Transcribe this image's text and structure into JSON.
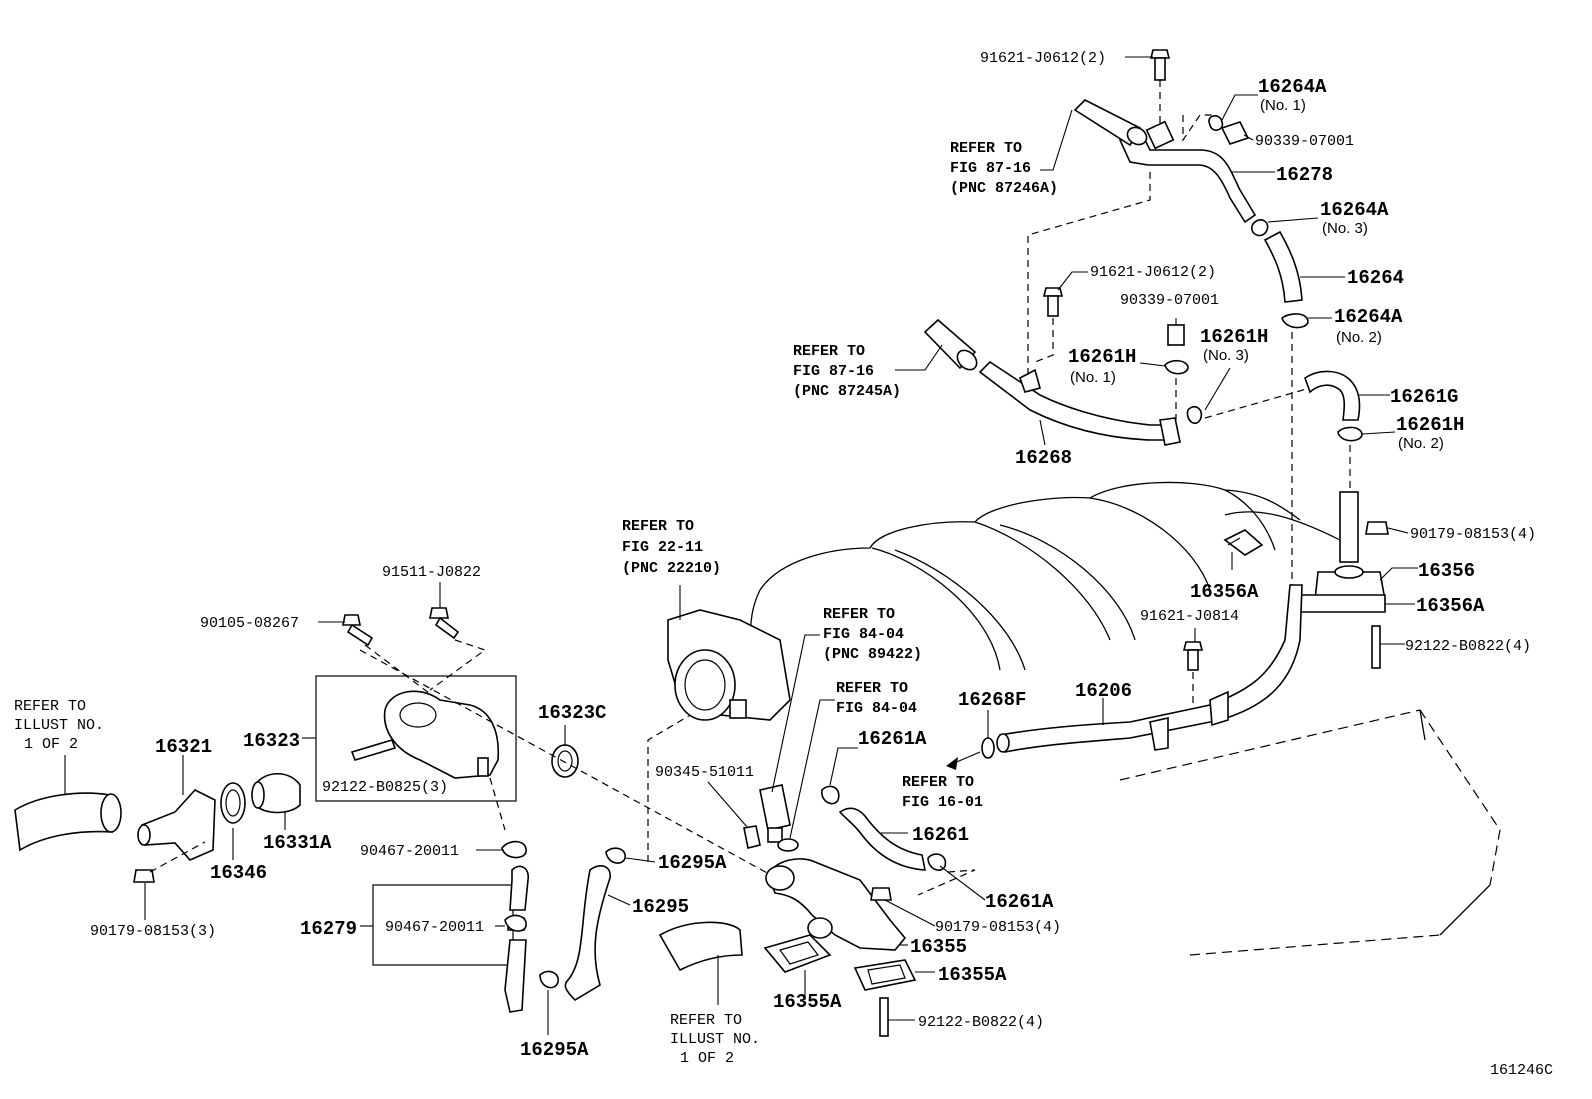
{
  "figure_code": "161246C",
  "labels": {
    "p91621_j0612_top": "91621-J0612(2)",
    "p16264a_1": "16264A",
    "p16264a_1_sub": "(No. 1)",
    "p90339_top": "90339-07001",
    "p16278": "16278",
    "p16264a_3": "16264A",
    "p16264a_3_sub": "(No. 3)",
    "p16264": "16264",
    "p16264a_2": "16264A",
    "p16264a_2_sub": "(No. 2)",
    "p91621_j0612_mid": "91621-J0612(2)",
    "p90339_mid": "90339-07001",
    "p16261h_1": "16261H",
    "p16261h_1_sub": "(No. 1)",
    "p16261h_3": "16261H",
    "p16261h_3_sub": "(No. 3)",
    "p16261g": "16261G",
    "p16261h_2": "16261H",
    "p16261h_2_sub": "(No. 2)",
    "p16268": "16268",
    "p90179_right": "90179-08153(4)",
    "p16356": "16356",
    "p16356a_left": "16356A",
    "p16356a_right": "16356A",
    "p91621_j0814": "91621-J0814",
    "p92122_right": "92122-B0822(4)",
    "p16206": "16206",
    "p16268f": "16268F",
    "p91511": "91511-J0822",
    "p90105": "90105-08267",
    "p16321": "16321",
    "p16323": "16323",
    "p92122_b0825": "92122-B0825(3)",
    "p16323c": "16323C",
    "p16346": "16346",
    "p16331a": "16331A",
    "p90179_left": "90179-08153(3)",
    "p90467_a": "90467-20011",
    "p16279": "16279",
    "p90467_b": "90467-20011",
    "p16295a_top": "16295A",
    "p16295": "16295",
    "p16295a_bottom": "16295A",
    "p90345": "90345-51011",
    "p16261a_top": "16261A",
    "p16261": "16261",
    "p16261a_bottom": "16261A",
    "p90179_mid": "90179-08153(4)",
    "p16355": "16355",
    "p16355a_right": "16355A",
    "p16355a_left": "16355A",
    "p92122_bottom": "92122-B0822(4)"
  },
  "refs": {
    "fig87_16_a": [
      "REFER TO",
      "FIG 87-16",
      "(PNC 87246A)"
    ],
    "fig87_16_b": [
      "REFER TO",
      "FIG 87-16",
      "(PNC 87245A)"
    ],
    "fig22_11": [
      "REFER TO",
      "FIG 22-11",
      "(PNC 22210)"
    ],
    "fig84_04_a": [
      "REFER TO",
      "FIG 84-04",
      "(PNC 89422)"
    ],
    "fig84_04_b": [
      "REFER TO",
      "FIG 84-04"
    ],
    "fig16_01": [
      "REFER TO",
      "FIG 16-01"
    ],
    "illust_left": [
      "REFER TO",
      "ILLUST NO.",
      "1 OF 2"
    ],
    "illust_bottom": [
      "REFER TO",
      "ILLUST NO.",
      "1 OF 2"
    ]
  }
}
